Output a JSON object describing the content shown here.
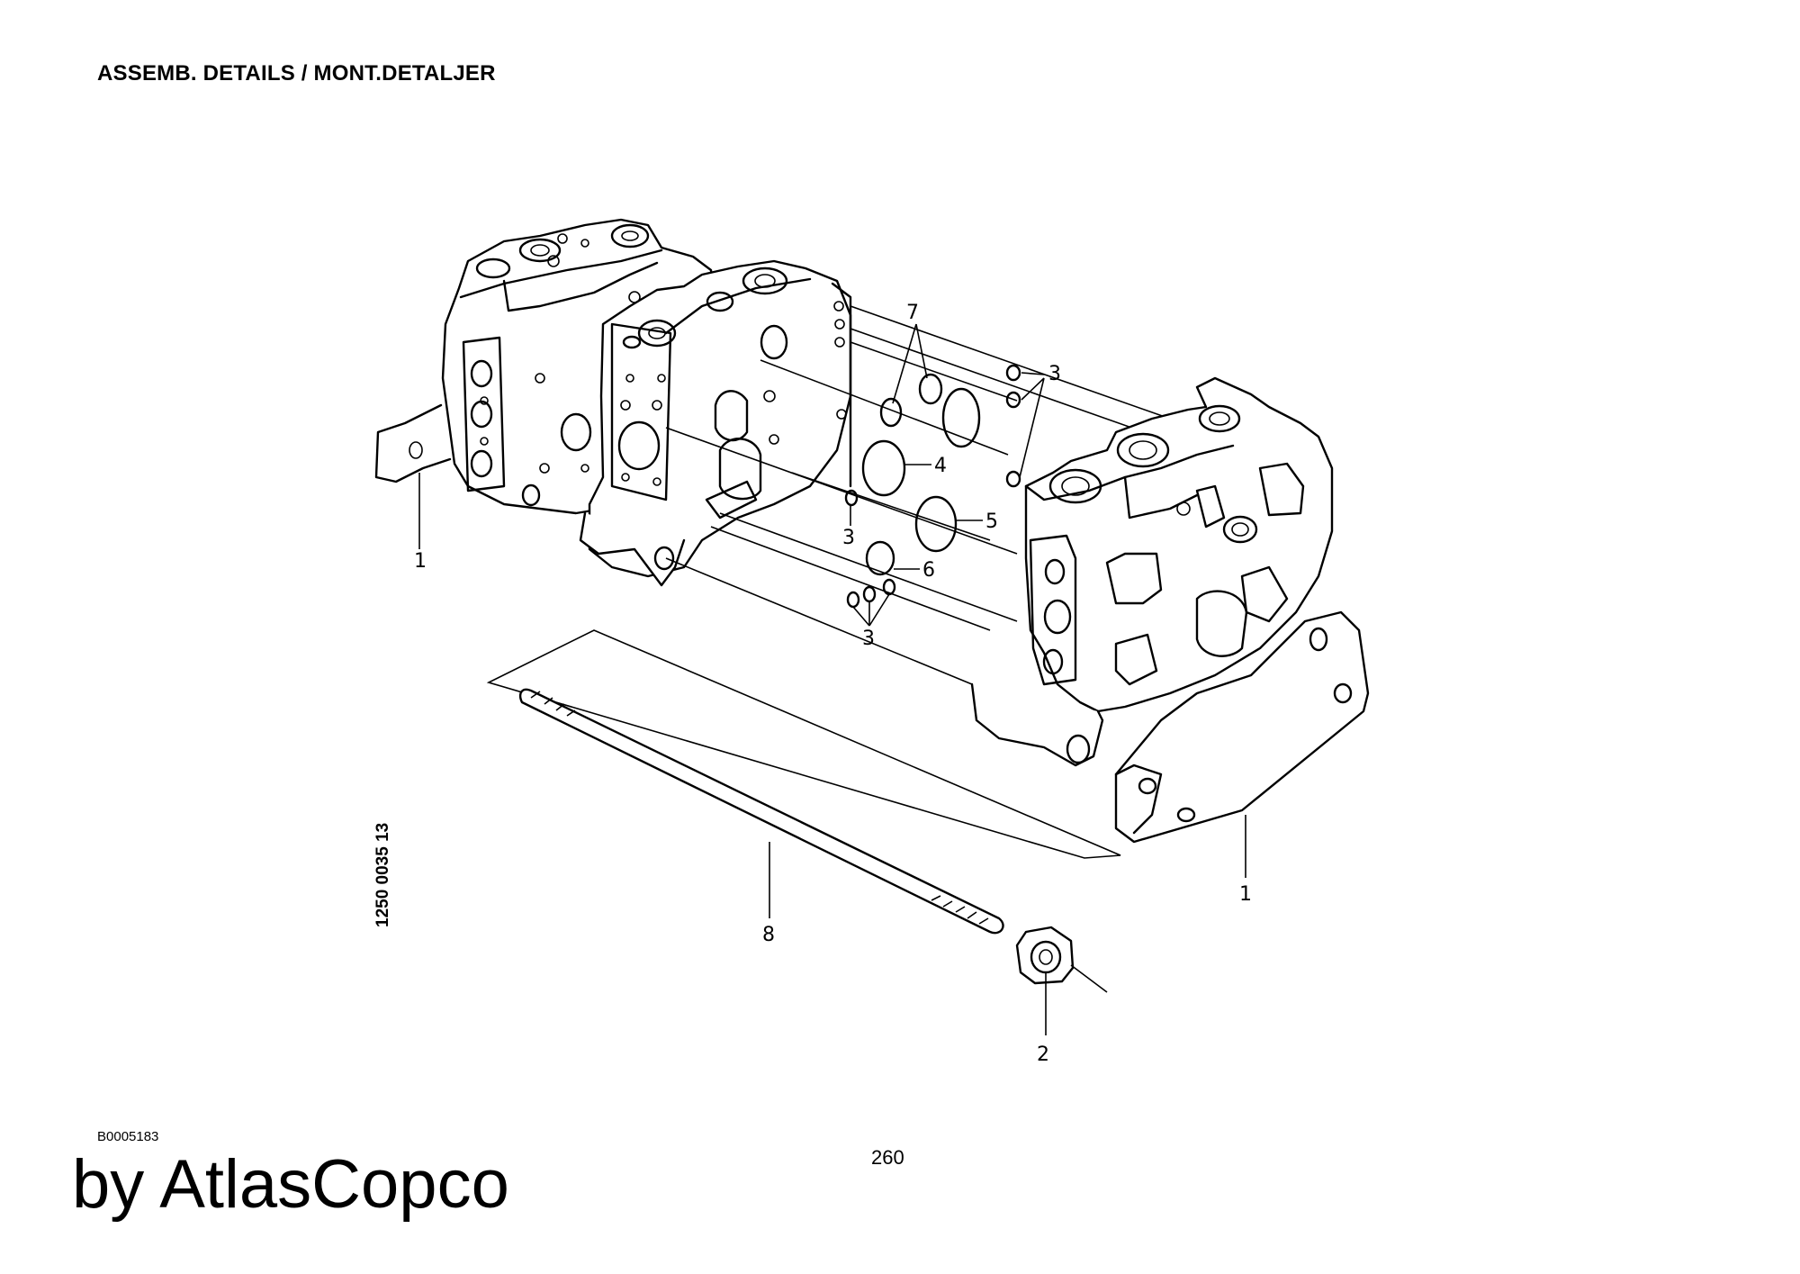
{
  "header": {
    "title": "ASSEMB. DETAILS / MONT.DETALJER"
  },
  "diagram": {
    "callouts": [
      {
        "id": "c1a",
        "label": "1"
      },
      {
        "id": "c1b",
        "label": "1"
      },
      {
        "id": "c2",
        "label": "2"
      },
      {
        "id": "c3a",
        "label": "3"
      },
      {
        "id": "c3b",
        "label": "3"
      },
      {
        "id": "c3c",
        "label": "3"
      },
      {
        "id": "c4",
        "label": "4"
      },
      {
        "id": "c5",
        "label": "5"
      },
      {
        "id": "c6",
        "label": "6"
      },
      {
        "id": "c7",
        "label": "7"
      },
      {
        "id": "c8",
        "label": "8"
      }
    ]
  },
  "footer": {
    "drawing_number": "1250 0035 13",
    "document_id": "B0005183",
    "page_number": "260",
    "brand": "by AtlasCopco"
  }
}
